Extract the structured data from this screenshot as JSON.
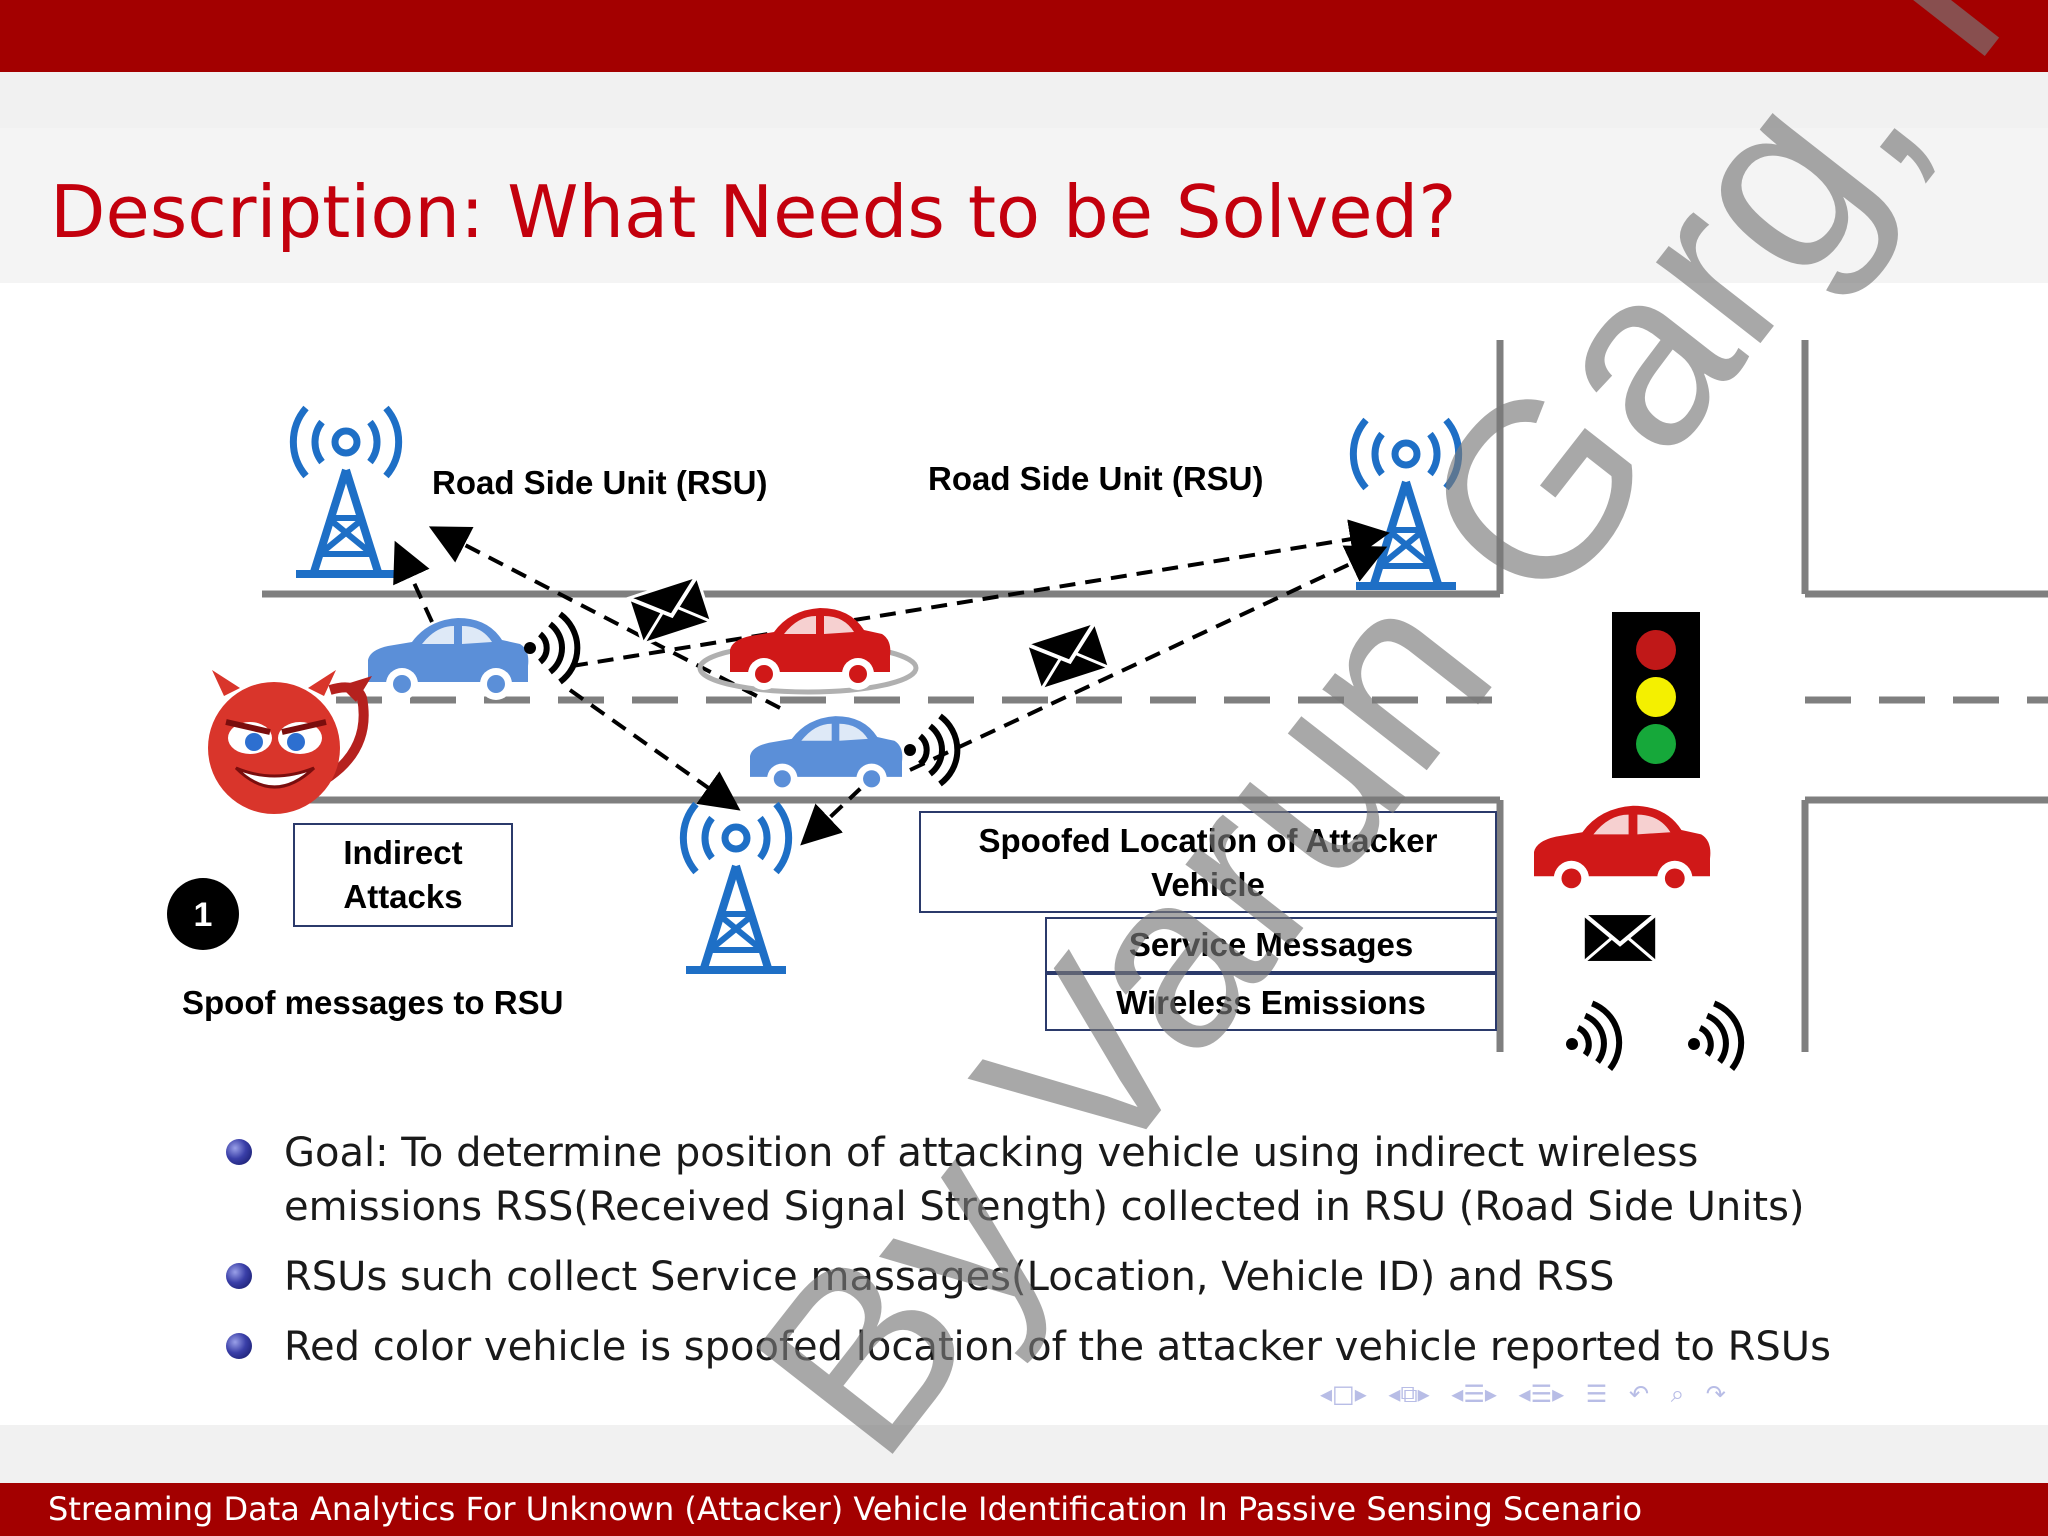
{
  "slide": {
    "title": "Description:  What Needs to be Solved?",
    "footer": "Streaming Data Analytics For Unknown (Attacker) Vehicle Identification In Passive Sensing Scenario",
    "watermark": "By Varun Garg, Ph"
  },
  "diagram": {
    "rsu_label_left": "Road Side Unit (RSU)",
    "rsu_label_right": "Road Side Unit (RSU)",
    "indirect_attacks_line1": "Indirect",
    "indirect_attacks_line2": "Attacks",
    "step_number": "1",
    "spoof_caption": "Spoof messages to  RSU",
    "legend_spoofed_line1": "Spoofed Location of Attacker",
    "legend_spoofed_line2": "Vehicle",
    "legend_service": "Service Messages",
    "legend_wireless": "Wireless Emissions",
    "colors": {
      "rsu": "#1e6fc6",
      "car_blue": "#5b8fd8",
      "car_red": "#d01818",
      "road": "#7f7f7f"
    }
  },
  "bullets": [
    "Goal: To determine position of attacking vehicle using indirect wireless emissions RSS(Received Signal Strength) collected in RSU (Road Side Units)",
    "RSUs such collect Service massages(Location, Vehicle ID) and RSS",
    "Red color vehicle is spoofed location of the attacker vehicle reported to RSUs"
  ],
  "nav_icons": [
    "nav-prev-icon",
    "nav-frame-icon",
    "nav-next-icon",
    "nav-subsection-icon",
    "nav-section-icon",
    "nav-toc-icon",
    "nav-back-icon",
    "nav-search-icon",
    "nav-forward-icon"
  ]
}
